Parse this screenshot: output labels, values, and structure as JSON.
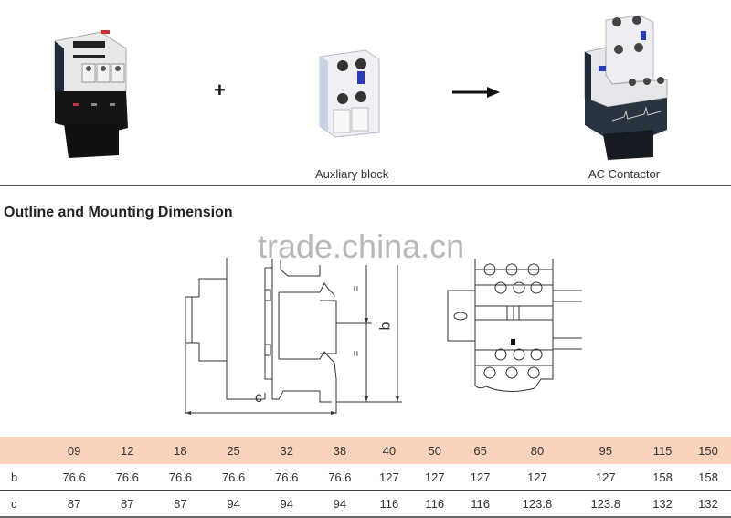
{
  "products": {
    "contactor_base": {
      "caption": ""
    },
    "plus_symbol": "+",
    "auxiliary_block": {
      "caption": "Auxliary block"
    },
    "arrow_symbol": "→",
    "ac_contactor": {
      "caption": "AC Contactor"
    }
  },
  "section": {
    "title": "Outline and Mounting Dimension"
  },
  "drawing": {
    "watermark": "trade.china.cn",
    "dim_c_label": "c",
    "dim_b_label": "b",
    "equal_marks": [
      "=",
      "="
    ]
  },
  "table": {
    "header": [
      "",
      "09",
      "12",
      "18",
      "25",
      "32",
      "38",
      "40",
      "50",
      "65",
      "80",
      "95",
      "115",
      "150"
    ],
    "rows": [
      {
        "label": "b",
        "values": [
          "76.6",
          "76.6",
          "76.6",
          "76.6",
          "76.6",
          "76.6",
          "127",
          "127",
          "127",
          "127",
          "127",
          "158",
          "158"
        ]
      },
      {
        "label": "c",
        "values": [
          "87",
          "87",
          "87",
          "94",
          "94",
          "94",
          "116",
          "116",
          "116",
          "123.8",
          "123.8",
          "132",
          "132"
        ]
      }
    ]
  },
  "colors": {
    "header_bg": "#f9d3bb",
    "text": "#333333"
  }
}
